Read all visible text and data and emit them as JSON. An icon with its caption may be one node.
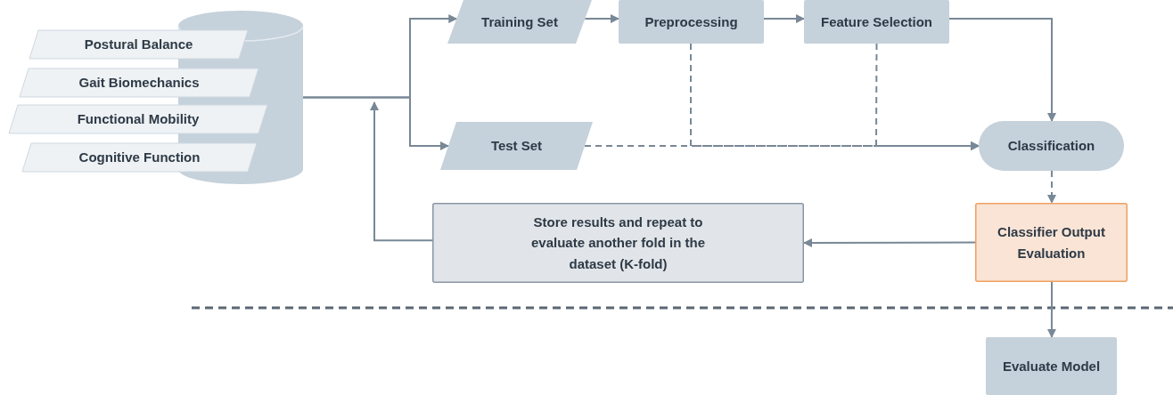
{
  "diagram": {
    "nodes": [
      {
        "text": [],
        "shape": "cylinder"
      },
      {
        "text": [
          "Postural Balance"
        ]
      },
      {
        "text": [
          "Gait Biomechanics"
        ]
      },
      {
        "text": [
          "Functional Mobility"
        ]
      },
      {
        "text": [
          "Cognitive Function"
        ]
      },
      {
        "text": [
          "Training Set"
        ]
      },
      {
        "text": [
          "Test Set"
        ]
      },
      {
        "text": [
          "Preprocessing"
        ]
      },
      {
        "text": [
          "Feature Selection"
        ]
      },
      {
        "text": [
          "Classification"
        ]
      },
      {
        "text": [
          "Classifier Output Evaluation"
        ]
      },
      {
        "text": [
          "Store results and repeat to evaluate another fold in the dataset (K-fold)"
        ]
      },
      {
        "text": [
          "Evaluate Model"
        ]
      }
    ],
    "edges": [
      {
        "from": 0,
        "to": 5,
        "arrow": "to"
      },
      {
        "from": 0,
        "to": 6,
        "arrow": "to"
      },
      {
        "from": 5,
        "to": 7,
        "arrow": "to"
      },
      {
        "from": 7,
        "to": 8,
        "arrow": "to"
      },
      {
        "from": 8,
        "to": 9,
        "arrow": "to"
      },
      {
        "from": 6,
        "to": 9,
        "arrow": "to",
        "style": "dashed"
      },
      {
        "from": 7,
        "to": 9,
        "arrow": "to",
        "style": "dashed"
      },
      {
        "from": 8,
        "to": 9,
        "arrow": "to",
        "style": "dashed"
      },
      {
        "from": 9,
        "to": 10,
        "arrow": "to",
        "style": "dashed"
      },
      {
        "from": 10,
        "to": 11,
        "arrow": "to"
      },
      {
        "from": 11,
        "to": null,
        "arrow": "to"
      },
      {
        "from": 10,
        "to": 12,
        "arrow": "to"
      }
    ]
  }
}
